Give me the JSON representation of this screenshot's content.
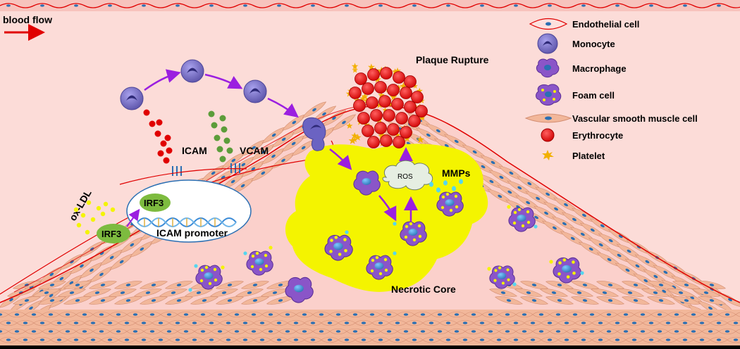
{
  "blood_flow_label": "blood flow",
  "labels": {
    "plaque_rupture": "Plaque Rupture",
    "icam": "ICAM",
    "vcam": "VCAM",
    "ox_ldl": "ox-LDL",
    "irf3_nucleus": "IRF3",
    "irf3_cytoplasm": "IRF3",
    "icam_promoter": "ICAM promoter",
    "ros": "ROS",
    "mmps": "MMPs",
    "necrotic_core": "Necrotic Core"
  },
  "legend": [
    {
      "key": "endothelial",
      "label": "Endothelial cell"
    },
    {
      "key": "monocyte",
      "label": "Monocyte"
    },
    {
      "key": "macrophage",
      "label": "Macrophage"
    },
    {
      "key": "foam",
      "label": "Foam cell"
    },
    {
      "key": "vsmc",
      "label": "Vascular smooth muscle cell"
    },
    {
      "key": "erythrocyte",
      "label": "Erythrocyte"
    },
    {
      "key": "platelet",
      "label": "Platelet"
    }
  ],
  "colors": {
    "background": "#fcdcd8",
    "endothelial_line": "#e00000",
    "smooth_muscle": "#f2b79a",
    "smooth_muscle_nucleus": "#2a6fb3",
    "monocyte": "#7b72c9",
    "macrophage": "#8a55c8",
    "necrotic_core": "#f4f400",
    "erythrocyte": "#ee1111",
    "platelet": "#f2b000",
    "icam_dot": "#e00000",
    "vcam_dot": "#5c9d3a",
    "arrow": "#9b1fe0",
    "irf3": "#7dbb3f"
  }
}
